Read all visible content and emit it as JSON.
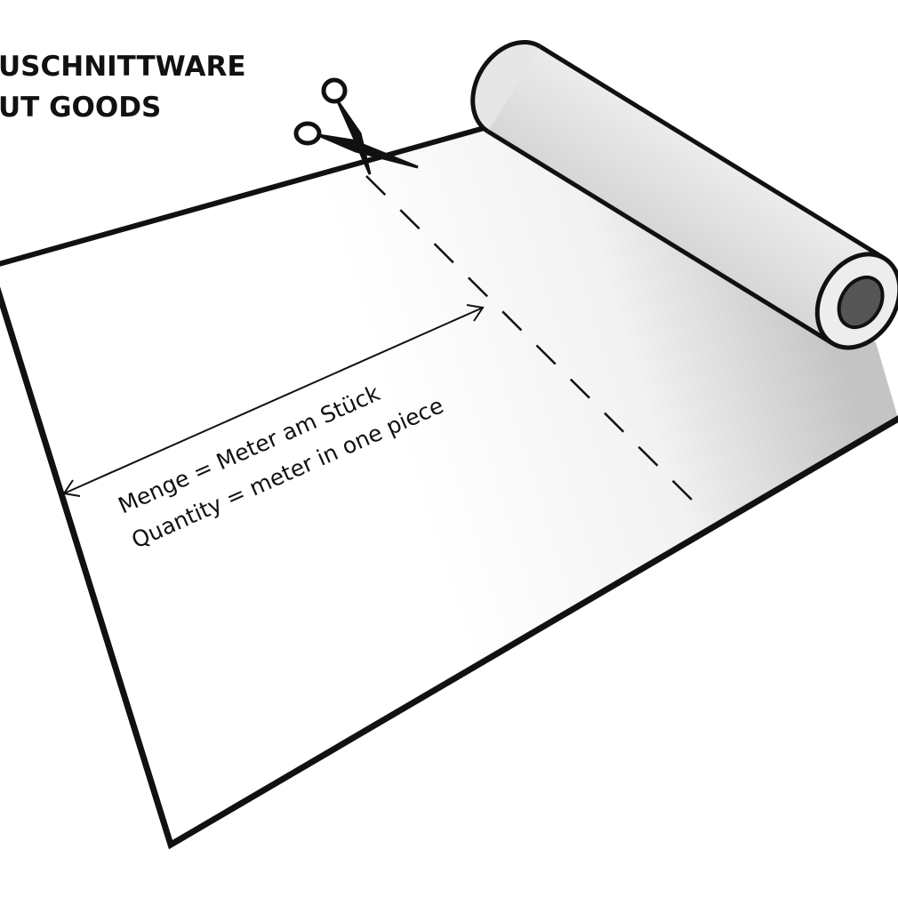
{
  "title": {
    "line1": "USCHNITTWARE",
    "line2": "UT GOODS"
  },
  "measurement": {
    "label_de": "Menge = Meter am Stück",
    "label_en": "Quantity = meter in one piece"
  },
  "colors": {
    "stroke": "#111111",
    "sheet": "#ffffff",
    "sheet_shade": "#cfcfcf",
    "roll_body": "#e2e2e2",
    "roll_core": "#555555"
  }
}
